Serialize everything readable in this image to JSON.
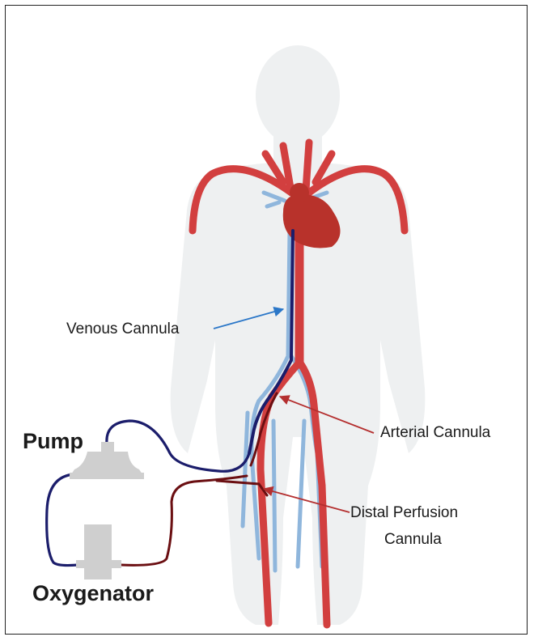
{
  "diagram": {
    "labels": {
      "venous_cannula": "Venous Cannula",
      "arterial_cannula": "Arterial Cannula",
      "distal_perfusion_line1": "Distal Perfusion",
      "distal_perfusion_line2": "Cannula",
      "pump": "Pump",
      "oxygenator": "Oxygenator"
    },
    "colors": {
      "body_silhouette": "#eef0f1",
      "artery": "#d23f3f",
      "heart": "#b8322b",
      "vein": "#8fb6dc",
      "venous_tubing": "#1b1d6b",
      "arterial_tubing": "#6b0f12",
      "device_gray": "#cfcfcf",
      "venous_pointer": "#2b77c8",
      "arterial_pointer": "#b42f2f"
    }
  }
}
